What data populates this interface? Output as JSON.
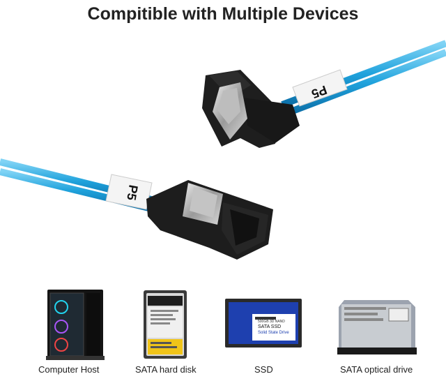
{
  "title": "Compitible with Multiple Devices",
  "cable": {
    "label_top": "P5",
    "label_bottom": "P5",
    "color": "#1fa2dc"
  },
  "devices": [
    {
      "label": "Computer Host",
      "icon": "computer-case-icon"
    },
    {
      "label": "SATA hard disk",
      "icon": "hard-disk-icon"
    },
    {
      "label": "SSD",
      "icon": "ssd-icon",
      "ssd_text_1": "500GB 3D NAND",
      "ssd_text_2": "SATA SSD",
      "ssd_text_3": "Solid State Drive"
    },
    {
      "label": "SATA optical drive",
      "icon": "optical-drive-icon"
    }
  ]
}
